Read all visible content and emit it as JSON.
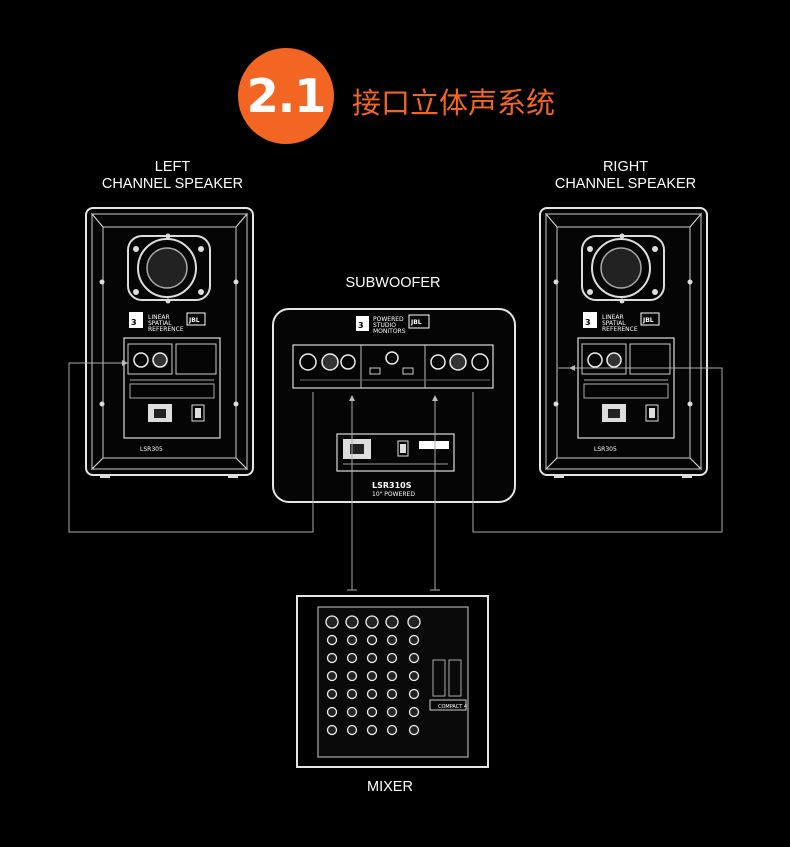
{
  "section": {
    "number": "2.1",
    "title": "接口立体声系统",
    "accent_color": "#f26522"
  },
  "labels": {
    "left_speaker": "LEFT\nCHANNEL SPEAKER",
    "right_speaker": "RIGHT\nCHANNEL SPEAKER",
    "subwoofer": "SUBWOOFER",
    "mixer": "MIXER"
  },
  "devices": {
    "monitor_badge_number": "3",
    "monitor_series_text": "LINEAR SPATIAL REFERENCE",
    "monitor_model": "LSR305",
    "sub_series_text": "POWERED STUDIO MONITORS",
    "sub_model": "LSR310S",
    "sub_subtitle": "10\" POWERED",
    "mixer_model": "COMPACT 4",
    "brand": "JBL"
  }
}
